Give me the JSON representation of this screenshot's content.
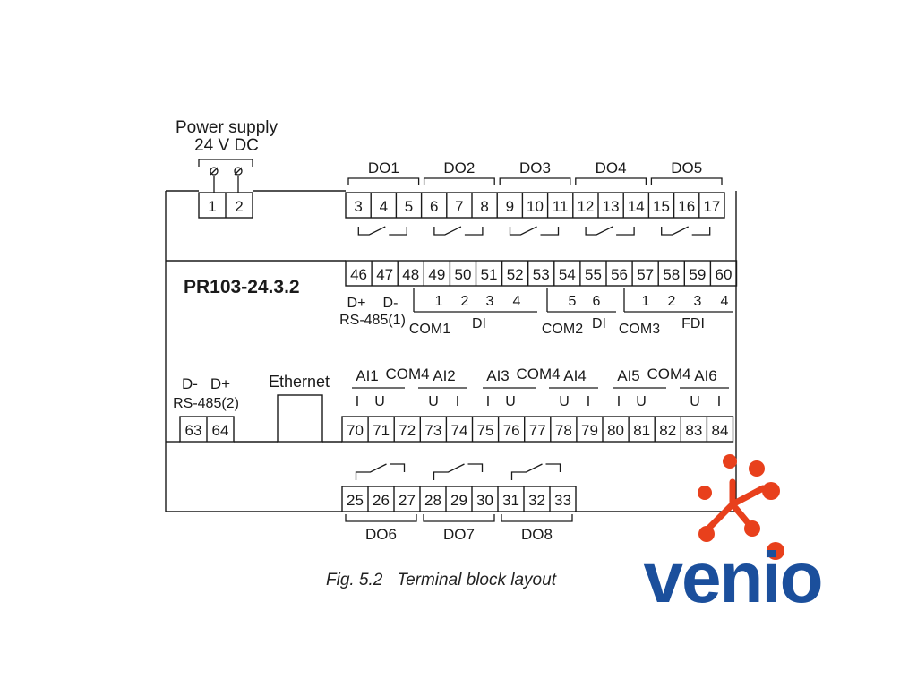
{
  "power": {
    "label1": "Power supply",
    "label2": "24 V DC",
    "terminals": [
      "1",
      "2"
    ]
  },
  "model": "PR103-24.3.2",
  "top_groups": [
    "DO1",
    "DO2",
    "DO3",
    "DO4",
    "DO5"
  ],
  "top_terminals": [
    "3",
    "4",
    "5",
    "6",
    "7",
    "8",
    "9",
    "10",
    "11",
    "12",
    "13",
    "14",
    "15",
    "16",
    "17"
  ],
  "mid_terminals": [
    "46",
    "47",
    "48",
    "49",
    "50",
    "51",
    "52",
    "53",
    "54",
    "55",
    "56",
    "57",
    "58",
    "59",
    "60"
  ],
  "rs485_1": {
    "d_plus": "D+",
    "d_minus": "D-",
    "label": "RS-485(1)"
  },
  "inputs_row": {
    "di1_numbers": [
      "1",
      "2",
      "3",
      "4"
    ],
    "di2_numbers": [
      "5",
      "6"
    ],
    "fdi_numbers": [
      "1",
      "2",
      "3",
      "4"
    ],
    "com1": "COM1",
    "di1": "DI",
    "com2": "COM2",
    "di2": "DI",
    "com3": "COM3",
    "fdi": "FDI"
  },
  "rs485_2": {
    "d_minus": "D-",
    "d_plus": "D+",
    "label": "RS-485(2)",
    "terminals": [
      "63",
      "64"
    ]
  },
  "ethernet": "Ethernet",
  "analog": {
    "groups": [
      {
        "a": "AI1",
        "com": "COM4",
        "b": "AI2"
      },
      {
        "a": "AI3",
        "com": "COM4",
        "b": "AI4"
      },
      {
        "a": "AI5",
        "com": "COM4",
        "b": "AI6"
      }
    ],
    "iu_labels": [
      "I",
      "U",
      "U",
      "I"
    ]
  },
  "ai_terminals": [
    "70",
    "71",
    "72",
    "73",
    "74",
    "75",
    "76",
    "77",
    "78",
    "79",
    "80",
    "81",
    "82",
    "83",
    "84"
  ],
  "bottom_terminals": [
    "25",
    "26",
    "27",
    "28",
    "29",
    "30",
    "31",
    "32",
    "33"
  ],
  "bottom_groups": [
    "DO6",
    "DO7",
    "DO8"
  ],
  "caption": "Fig. 5.2   Terminal block layout",
  "logo": {
    "text": "venio",
    "text_color": "#1b4f9c",
    "accent_color": "#e8401c"
  },
  "line_color": "#1a1a1a"
}
